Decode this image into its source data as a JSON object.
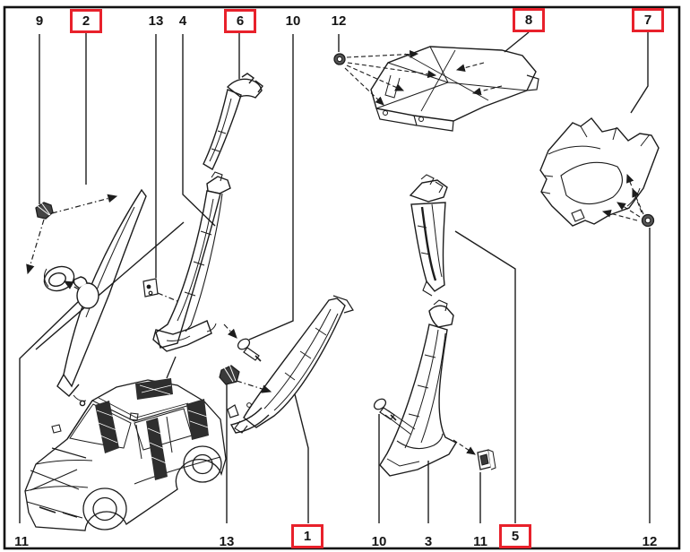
{
  "diagram": {
    "type": "exploded-parts-diagram",
    "subject": "vehicle interior pillar trim parts",
    "colors": {
      "background": "#ffffff",
      "line": "#1c1c1c",
      "highlight": "#e8212b"
    },
    "callouts": [
      {
        "label": "9",
        "edge": "top",
        "highlighted": false
      },
      {
        "label": "2",
        "edge": "top",
        "highlighted": true
      },
      {
        "label": "13",
        "edge": "top",
        "highlighted": false
      },
      {
        "label": "4",
        "edge": "top",
        "highlighted": false
      },
      {
        "label": "6",
        "edge": "top",
        "highlighted": true
      },
      {
        "label": "10",
        "edge": "top",
        "highlighted": false
      },
      {
        "label": "12",
        "edge": "top",
        "highlighted": false
      },
      {
        "label": "8",
        "edge": "top",
        "highlighted": true
      },
      {
        "label": "7",
        "edge": "top",
        "highlighted": true
      },
      {
        "label": "11",
        "edge": "bottom",
        "highlighted": false
      },
      {
        "label": "13",
        "edge": "bottom",
        "highlighted": false
      },
      {
        "label": "1",
        "edge": "bottom",
        "highlighted": true
      },
      {
        "label": "10",
        "edge": "bottom",
        "highlighted": false
      },
      {
        "label": "3",
        "edge": "bottom",
        "highlighted": false
      },
      {
        "label": "11",
        "edge": "bottom",
        "highlighted": false
      },
      {
        "label": "5",
        "edge": "bottom",
        "highlighted": true
      },
      {
        "label": "12",
        "edge": "bottom",
        "highlighted": false
      }
    ]
  }
}
